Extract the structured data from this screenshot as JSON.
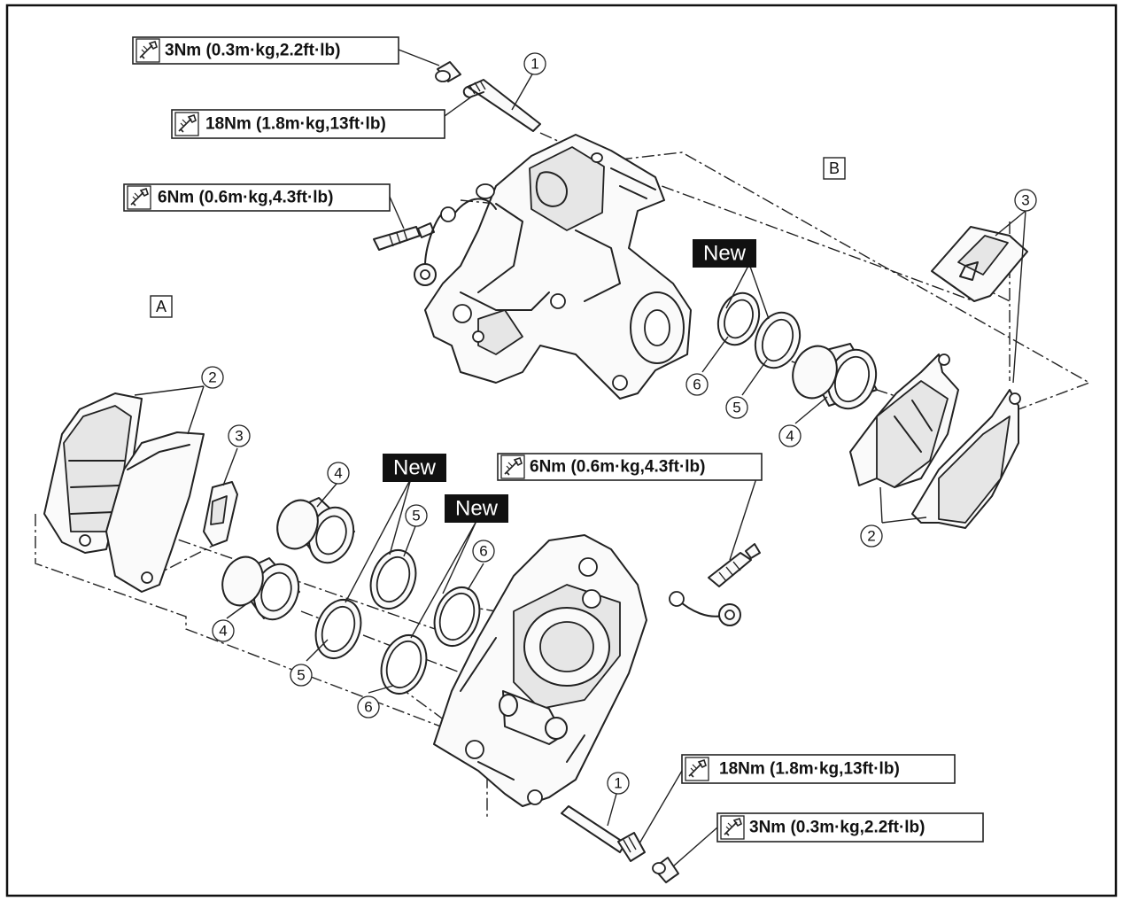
{
  "torque_specs": {
    "t1": "3Nm (0.3m·kg,2.2ft·lb)",
    "t2": "18Nm (1.8m·kg,13ft·lb)",
    "t3": "6Nm (0.6m·kg,4.3ft·lb)",
    "t4": "6Nm (0.6m·kg,4.3ft·lb)",
    "t5": "18Nm (1.8m·kg,13ft·lb)",
    "t6": "3Nm (0.3m·kg,2.2ft·lb)"
  },
  "new_labels": {
    "n1": "New",
    "n2": "New",
    "n3": "New"
  },
  "view_labels": {
    "a": "A",
    "b": "B"
  },
  "callouts": {
    "c1": "1",
    "c2": "3",
    "c3": "6",
    "c4": "5",
    "c5": "4",
    "c6": "2",
    "c7": "2",
    "c8": "3",
    "c9": "4",
    "c10": "5",
    "c11": "6",
    "c12": "4",
    "c13": "5",
    "c14": "6",
    "c15": "1"
  }
}
